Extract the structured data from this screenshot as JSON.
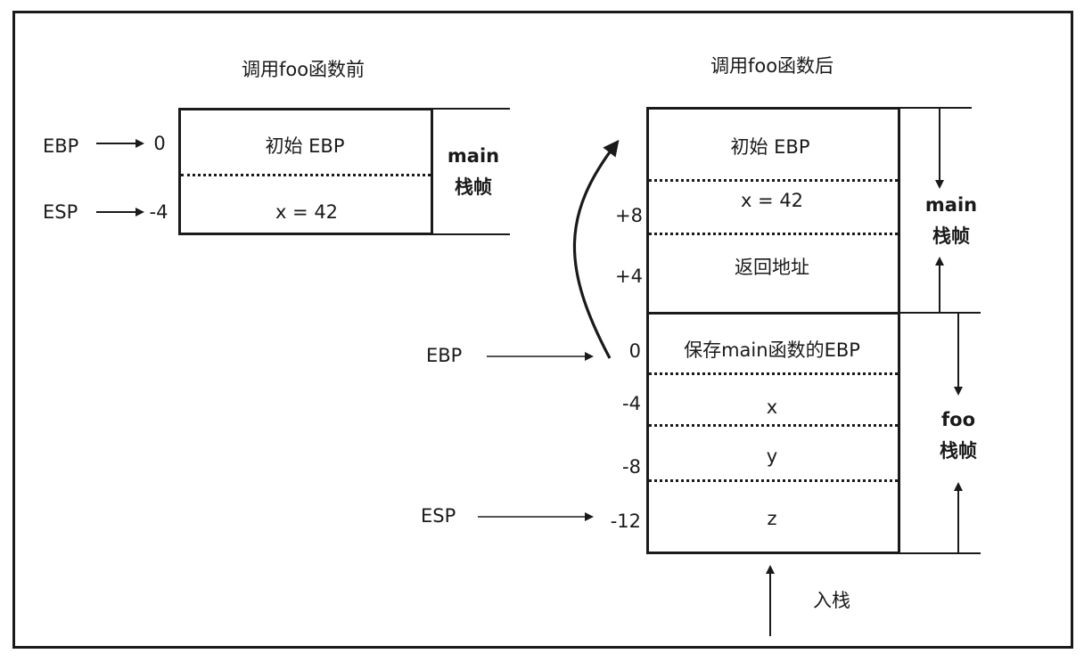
{
  "left": {
    "title": "调用foo函数前",
    "ebp_label": "EBP",
    "esp_label": "ESP",
    "offset_0": "0",
    "offset_m4": "-4",
    "cell_initial_ebp": "初始 EBP",
    "cell_x": "x = 42",
    "frame_label_line1": "main",
    "frame_label_line2": "栈帧"
  },
  "right": {
    "title": "调用foo函数后",
    "cell_initial_ebp": "初始  EBP",
    "cell_x": "x = 42",
    "cell_return_addr": "返回地址",
    "cell_saved_ebp": "保存main函数的EBP",
    "cell_fx": "x",
    "cell_fy": "y",
    "cell_fz": "z",
    "off_p8": "+8",
    "off_p4": "+4",
    "off_0": "0",
    "off_m4": "-4",
    "off_m8": "-8",
    "off_m12": "-12",
    "ebp_label": "EBP",
    "esp_label": "ESP",
    "main_label_line1": "main",
    "main_label_line2": "栈帧",
    "foo_label_line1": "foo",
    "foo_label_line2": "栈帧",
    "push_label": "入栈"
  }
}
